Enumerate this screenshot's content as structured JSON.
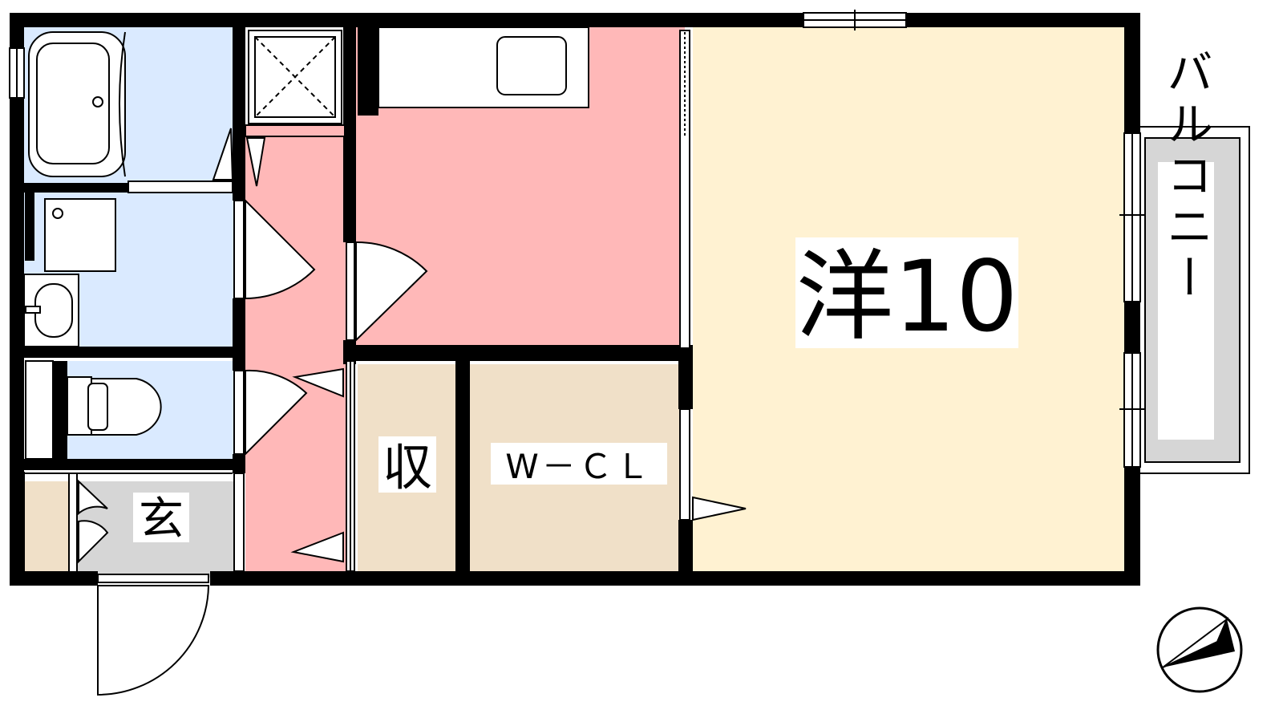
{
  "rooms": {
    "western_room": {
      "label": "洋10",
      "fill": "#fff2d2"
    },
    "storage": {
      "label": "収",
      "fill": "#f0e0c8"
    },
    "walk_in_closet": {
      "label": "W－ＣＬ",
      "fill": "#f0e0c8"
    },
    "entrance": {
      "label": "玄",
      "fill": "#d6d6d6"
    },
    "balcony": {
      "label": "バルコニー",
      "fill": "#d6d6d6"
    },
    "kitchen": {
      "fill": "#ffb8b8"
    },
    "hallway": {
      "fill": "#ffb8b8"
    },
    "bathroom": {
      "fill": "#daeaff"
    },
    "washroom": {
      "fill": "#daeaff"
    },
    "toilet": {
      "fill": "#daeaff"
    },
    "shoe_cabinet": {
      "fill": "#f0e0c8"
    }
  },
  "colors": {
    "wall": "#000000",
    "line": "#000000",
    "background": "#ffffff"
  },
  "icons": [
    "compass-icon",
    "bathtub-icon",
    "sink-icon",
    "toilet-icon",
    "stove-icon",
    "washer-space-icon"
  ]
}
